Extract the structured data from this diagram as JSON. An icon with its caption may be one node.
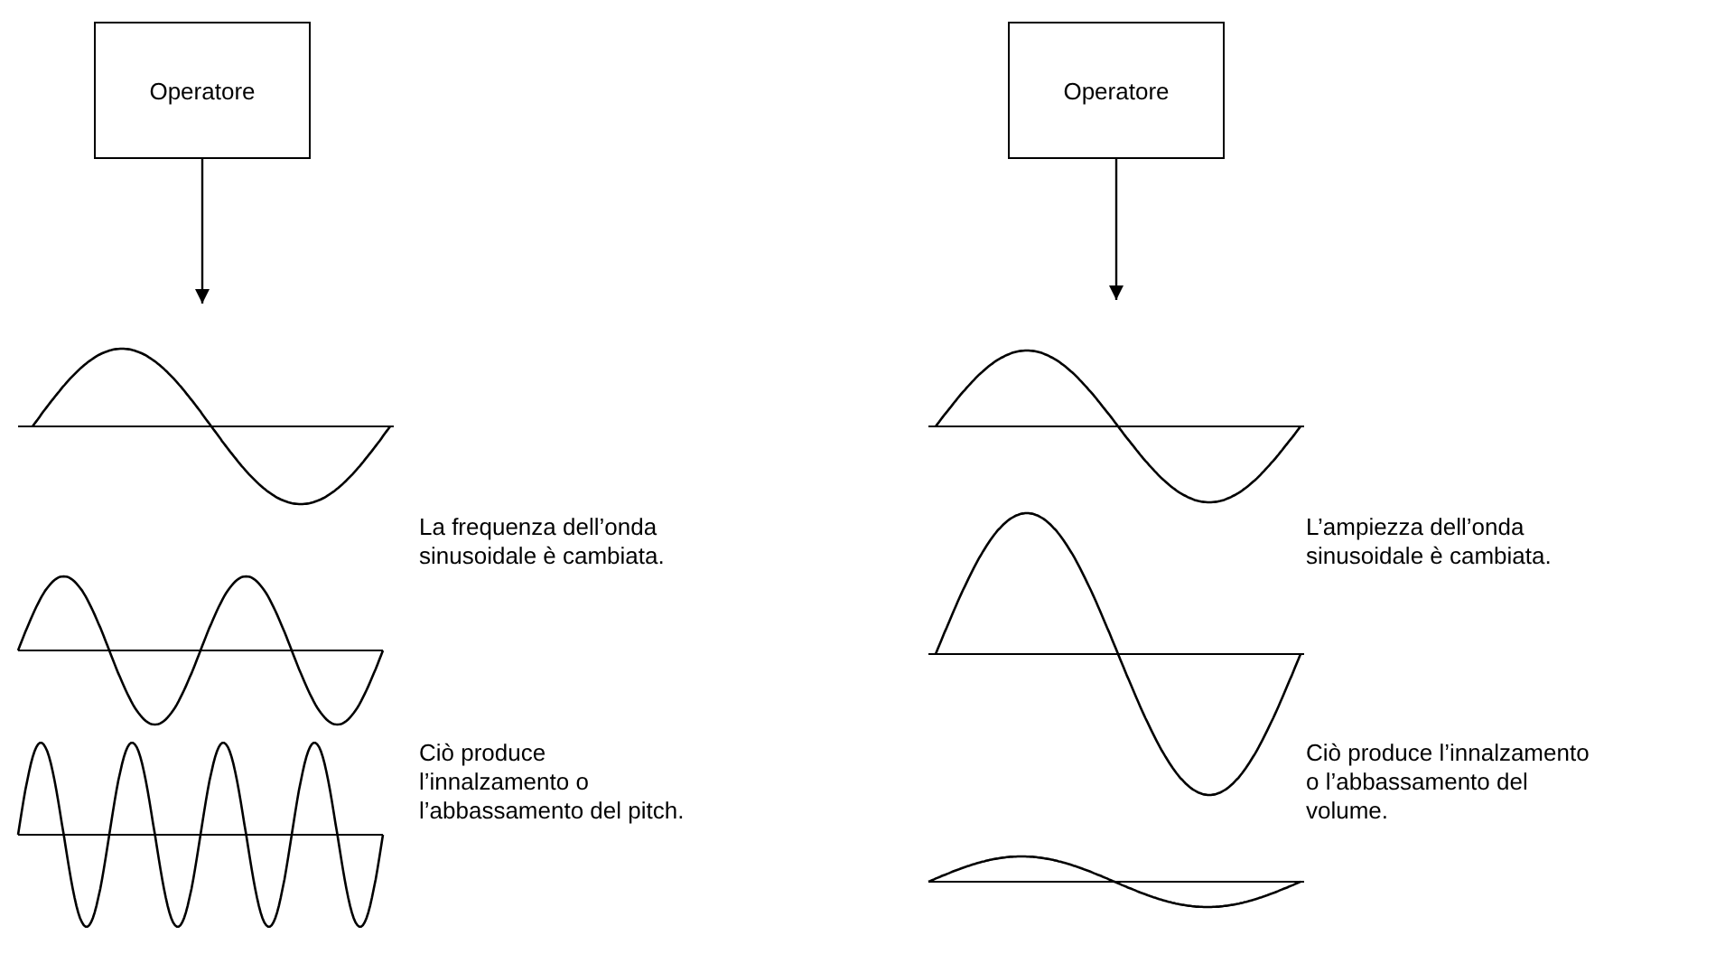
{
  "diagram": {
    "nodes": [
      {
        "text": [
          "Operatore"
        ]
      },
      {
        "text": [
          "Operatore"
        ]
      }
    ],
    "edges": [
      {
        "from": 0,
        "to": null,
        "arrow": "to"
      },
      {
        "from": 1,
        "to": null,
        "arrow": "to"
      }
    ],
    "labels": [
      "La frequenza dell’onda sinusoidale è cambiata.",
      "Ciò produce l’innalzamento o l’abbassamento del pitch.",
      "L’ampiezza dell’onda sinusoidale è cambiata.",
      "Ciò produce l’innalzamento o l’abbassamento del volume."
    ]
  }
}
